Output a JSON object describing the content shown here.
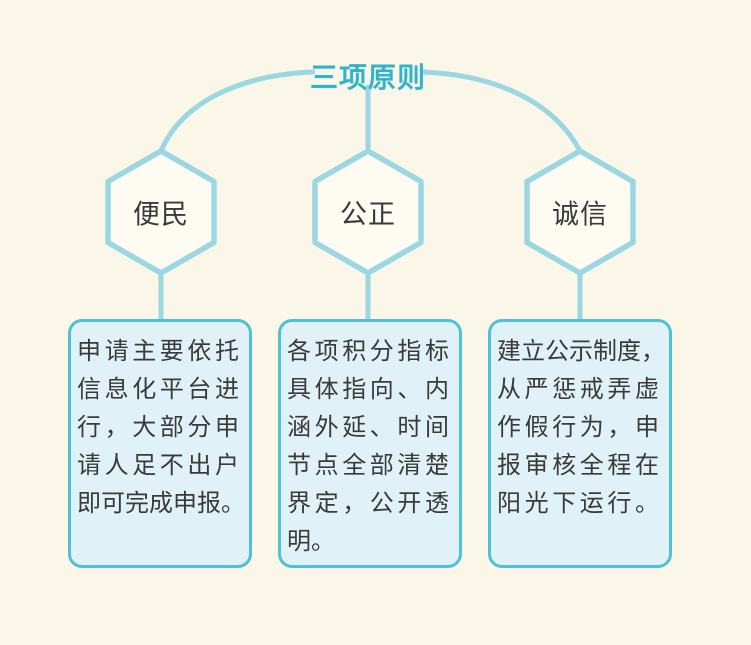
{
  "title": "三项原则",
  "colors": {
    "background": "#faf6e8",
    "line": "#9ad7e2",
    "hex_fill": "#fdfbf2",
    "title": "#2fb4cc",
    "box_border": "#4fc1d6",
    "box_fill": "#e0f2f7",
    "text": "#3a3a3a"
  },
  "nodes": [
    {
      "label": "便民",
      "lines": [
        "申请主要依托",
        "信息化平台进",
        "行，大部分申",
        "请人足不出户",
        "即可完成申报。"
      ]
    },
    {
      "label": "公正",
      "lines": [
        "各项积分指标",
        "具体指向、内",
        "涵外延、时间",
        "节点全部清楚",
        "界定，公开透",
        "明。"
      ]
    },
    {
      "label": "诚信",
      "lines": [
        "建立公示制度，",
        "从严惩戒弄虚",
        "作假行为，申",
        "报审核全程在",
        "阳光下运行。"
      ]
    }
  ]
}
